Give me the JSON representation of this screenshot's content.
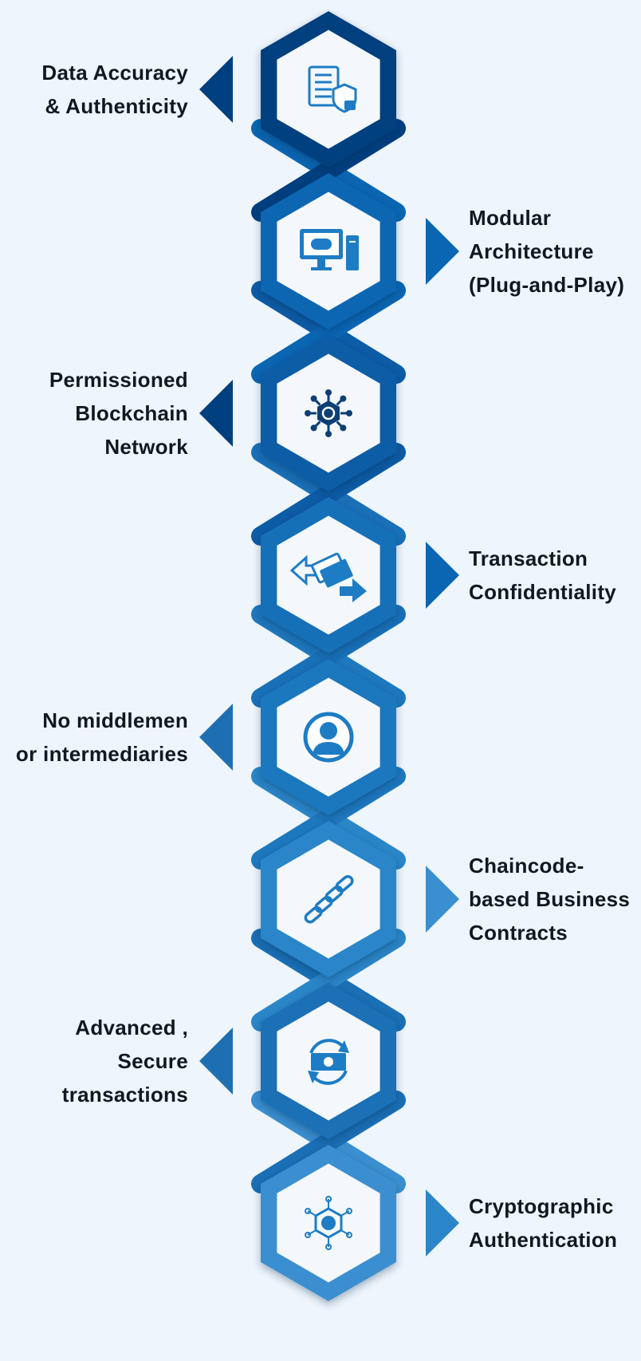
{
  "steps": [
    {
      "label_lines": [
        "Data Accuracy",
        "& Authenticity"
      ],
      "icon": "document-shield-lock-icon",
      "side": "left"
    },
    {
      "label_lines": [
        "Modular",
        "Architecture",
        "(Plug-and-Play)"
      ],
      "icon": "computer-gamepad-icon",
      "side": "right"
    },
    {
      "label_lines": [
        "Permissioned",
        "Blockchain",
        "Network"
      ],
      "icon": "network-node-icon",
      "side": "left"
    },
    {
      "label_lines": [
        "Transaction",
        "Confidentiality"
      ],
      "icon": "money-transfer-icon",
      "side": "right"
    },
    {
      "label_lines": [
        "No middlemen",
        "or intermediaries"
      ],
      "icon": "user-avatar-icon",
      "side": "left"
    },
    {
      "label_lines": [
        "Chaincode-",
        "based Business",
        "Contracts"
      ],
      "icon": "chain-link-icon",
      "side": "right"
    },
    {
      "label_lines": [
        "Advanced ,",
        "Secure",
        "transactions"
      ],
      "icon": "money-exchange-icon",
      "side": "left"
    },
    {
      "label_lines": [
        "Cryptographic",
        "Authentication"
      ],
      "icon": "crypto-chip-icon",
      "side": "right"
    }
  ],
  "colors": {
    "background": "#eef5fc",
    "hex_inner": "#f4f8fc",
    "text": "#101820",
    "icon": "#1e7cc4",
    "blues": [
      "#003f7f",
      "#0a66b2",
      "#0c5ca6",
      "#1970b8",
      "#1e78be",
      "#2a86c8",
      "#1a6fb5",
      "#3a8fd0"
    ]
  }
}
